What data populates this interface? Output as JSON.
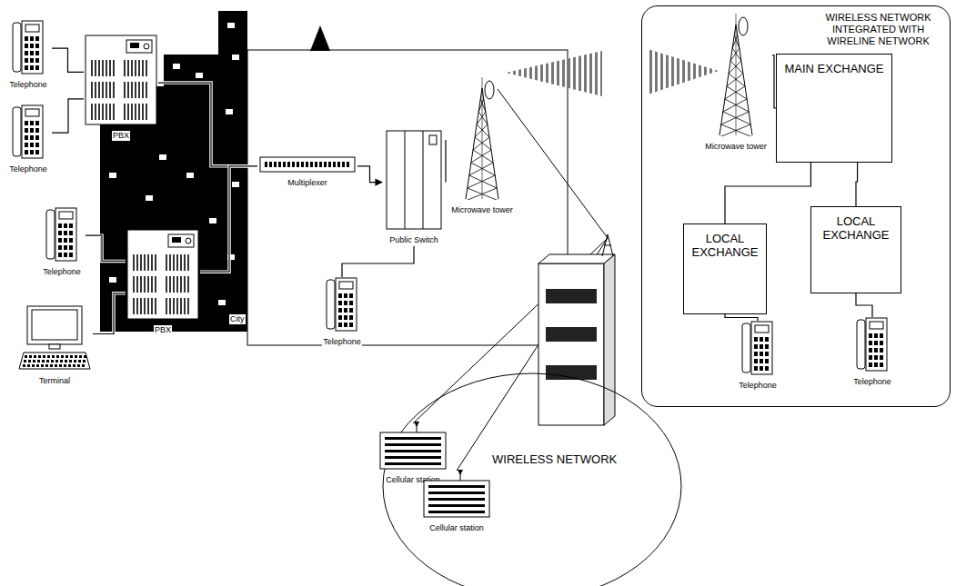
{
  "diagram": {
    "nodes": [
      {
        "text": [
          "Telephone"
        ]
      },
      {
        "text": [
          "Telephone"
        ]
      },
      {
        "text": [
          "PBX"
        ]
      },
      {
        "text": [
          "Telephone"
        ]
      },
      {
        "text": [
          "Terminal"
        ]
      },
      {
        "text": [
          "PBX"
        ]
      },
      {
        "text": [
          "Multiplexer"
        ]
      },
      {
        "text": [
          "Public Switch"
        ]
      },
      {
        "text": [
          "Telephone"
        ]
      },
      {
        "text": [
          "Microwave tower"
        ]
      },
      {
        "text": [
          "WIRELESS NETWORK INTEGRATED WITH WIRELINE NETWORK"
        ]
      },
      {
        "text": [
          "Microwave tower"
        ],
        "in": 10
      },
      {
        "text": [
          "MAIN EXCHANGE"
        ],
        "in": 10
      },
      {
        "text": [
          "LOCAL EXCHANGE"
        ],
        "in": 10
      },
      {
        "text": [
          "LOCAL EXCHANGE"
        ],
        "in": 10
      },
      {
        "text": [
          "Telephone"
        ],
        "in": 10
      },
      {
        "text": [
          "Telephone"
        ],
        "in": 10
      },
      {
        "text": [
          "WIRELESS NETWORK"
        ]
      },
      {
        "text": [
          "Cellular station"
        ],
        "in": 17
      },
      {
        "text": [
          "Cellular station"
        ],
        "in": 17
      }
    ],
    "edges": [
      {
        "from": 0,
        "to": 2,
        "arrow": "none"
      },
      {
        "from": 1,
        "to": 2,
        "arrow": "none"
      },
      {
        "from": 3,
        "to": 5,
        "arrow": "none"
      },
      {
        "from": 4,
        "to": 5,
        "arrow": "none"
      },
      {
        "from": 2,
        "to": 6,
        "arrow": "none"
      },
      {
        "from": 5,
        "to": 6,
        "arrow": "none"
      },
      {
        "from": 6,
        "to": 7,
        "arrow": "to"
      },
      {
        "from": 8,
        "to": 7,
        "arrow": "none"
      },
      {
        "from": 7,
        "to": 9,
        "arrow": "none"
      },
      {
        "from": 11,
        "to": 12,
        "arrow": "none"
      },
      {
        "from": 12,
        "to": 13,
        "arrow": "none"
      },
      {
        "from": 12,
        "to": 14,
        "arrow": "none"
      },
      {
        "from": 13,
        "to": 15,
        "arrow": "none"
      },
      {
        "from": 14,
        "to": 16,
        "arrow": "none"
      }
    ],
    "labels": [
      "City"
    ]
  }
}
